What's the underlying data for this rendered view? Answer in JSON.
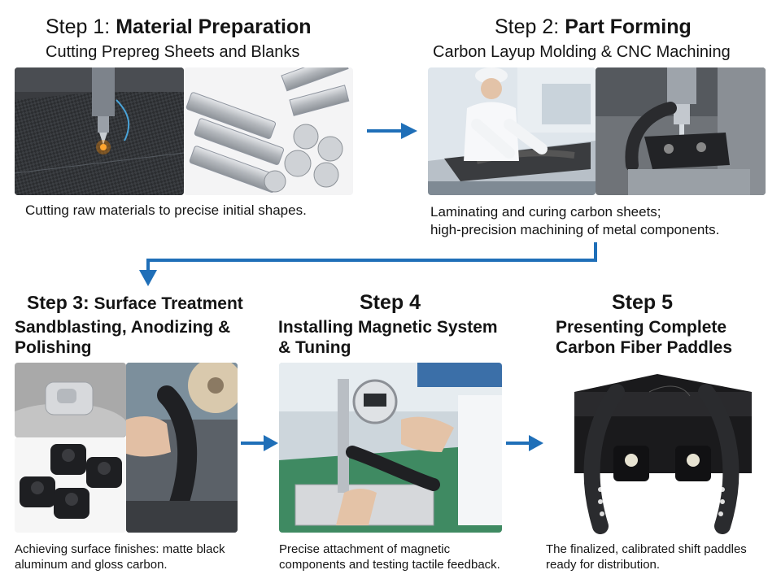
{
  "steps": [
    {
      "label": "Step 1:",
      "title": "Material Preparation",
      "subtitle": "Cutting Prepreg Sheets and Blanks",
      "caption": "Cutting raw materials to precise initial shapes."
    },
    {
      "label": "Step 2:",
      "title": "Part Forming",
      "subtitle": "Carbon Layup Molding & CNC Machining",
      "caption_lines": [
        "Laminating and curing carbon sheets;",
        "high-precision machining of metal components."
      ]
    },
    {
      "label": "Step 3:",
      "title": "Surface Treatment",
      "subtitle_lines": [
        "Sandblasting, Anodizing &",
        "Polishing"
      ],
      "caption_lines": [
        "Achieving surface finishes: matte black",
        "aluminum and gloss carbon."
      ]
    },
    {
      "label": "Step 4",
      "subtitle_lines": [
        "Installing Magnetic System",
        "& Tuning"
      ],
      "caption_lines": [
        "Precise attachment of magnetic",
        "components and testing tactile feedback."
      ]
    },
    {
      "label": "Step 5",
      "subtitle_lines": [
        "Presenting Complete",
        "Carbon Fiber Paddles"
      ],
      "caption_lines": [
        "The finalized, calibrated shift paddles",
        "ready for distribution."
      ]
    }
  ],
  "colors": {
    "arrow": "#1f6fb8",
    "text": "#141414",
    "carbon": "#2a2b2e",
    "aluminum": "#b9bcc0"
  },
  "icons": [
    "arrow-right-icon",
    "arrow-elbow-icon"
  ]
}
